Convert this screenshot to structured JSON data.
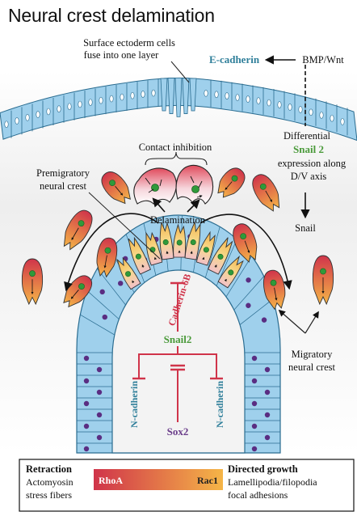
{
  "title": "Neural crest delamination",
  "labels": {
    "surface_ectoderm_1": "Surface ectoderm cells",
    "surface_ectoderm_2": "fuse into one layer",
    "e_cadherin": "E-cadherin",
    "bmp_wnt": "BMP/Wnt",
    "differential_1": "Differential",
    "snail2_expr": "Snail 2",
    "differential_2": "expression along",
    "differential_3": "D/V axis",
    "contact_inhibition": "Contact inhibition",
    "premigratory_1": "Premigratory",
    "premigratory_2": "neural crest",
    "delamination": "Delamination",
    "snail": "Snail",
    "cadherin_6b": "Cadherin-6B",
    "snail2_center": "Snail2",
    "n_cadherin_left": "N-cadherin",
    "n_cadherin_right": "N-cadherin",
    "sox2": "Sox2",
    "migratory_1": "Migratory",
    "migratory_2": "neural crest"
  },
  "legend": {
    "retraction_title": "Retraction",
    "retraction_1": "Actomyosin",
    "retraction_2": "stress fibers",
    "rhoa": "RhoA",
    "rac1": "Rac1",
    "growth_title": "Directed growth",
    "growth_1": "Lamellipodia/filopodia",
    "growth_2": "focal adhesions"
  },
  "colors": {
    "e_cadherin": "#2f7f9a",
    "snail2": "#4a9a3a",
    "inhibition": "#d0344a",
    "sox2": "#6a3d8a",
    "n_cadherin": "#2f7f9a",
    "gradient_start": "#d0344a",
    "gradient_end": "#f5b547"
  }
}
